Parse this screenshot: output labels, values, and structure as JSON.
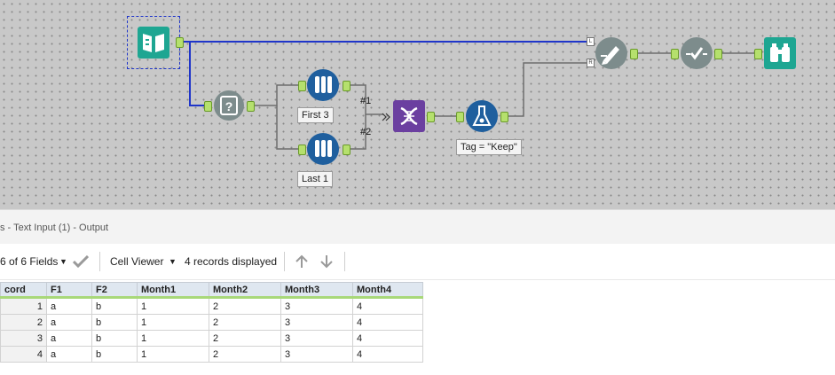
{
  "canvas": {
    "tools": [
      {
        "id": "text-input",
        "name": "text-input-tool",
        "icon": "book-icon",
        "color": "#1ea692"
      },
      {
        "id": "tile",
        "name": "tile-tool",
        "icon": "question-icon",
        "color": "#7d8c8c"
      },
      {
        "id": "sample-first",
        "name": "sample-first-tool",
        "icon": "test-tubes-icon",
        "color": "#1f5f9e",
        "label": "First 3"
      },
      {
        "id": "sample-last",
        "name": "sample-last-tool",
        "icon": "test-tubes-icon",
        "color": "#1f5f9e",
        "label": "Last 1"
      },
      {
        "id": "union",
        "name": "union-tool",
        "icon": "dna-icon",
        "color": "#6b3fa0"
      },
      {
        "id": "formula",
        "name": "formula-tool",
        "icon": "flask-icon",
        "color": "#1f5f9e",
        "label": "Tag = \"Keep\""
      },
      {
        "id": "join",
        "name": "join-tool",
        "icon": "pen-icon",
        "color": "#7d8c8c"
      },
      {
        "id": "check",
        "name": "check-tool",
        "icon": "checkmark-icon",
        "color": "#7d8c8c"
      },
      {
        "id": "browse",
        "name": "browse-tool",
        "icon": "binoculars-icon",
        "color": "#1ea692"
      }
    ],
    "stream_labels": [
      "#1",
      "#2"
    ],
    "anchors": {
      "left": "L",
      "right": "R"
    }
  },
  "results": {
    "title": "s - Text Input (1) - Output",
    "fields_selector": "6 of 6 Fields",
    "viewer": "Cell Viewer",
    "records_displayed": "4 records displayed"
  },
  "grid": {
    "columns": [
      "cord",
      "F1",
      "F2",
      "Month1",
      "Month2",
      "Month3",
      "Month4"
    ],
    "rows": [
      [
        "1",
        "a",
        "b",
        "1",
        "2",
        "3",
        "4"
      ],
      [
        "2",
        "a",
        "b",
        "1",
        "2",
        "3",
        "4"
      ],
      [
        "3",
        "a",
        "b",
        "1",
        "2",
        "3",
        "4"
      ],
      [
        "4",
        "a",
        "b",
        "1",
        "2",
        "3",
        "4"
      ]
    ]
  },
  "colors": {
    "accent_green": "#a8d879",
    "wire_blue": "#1f35c9",
    "wire_gray": "#6e6e6e"
  }
}
